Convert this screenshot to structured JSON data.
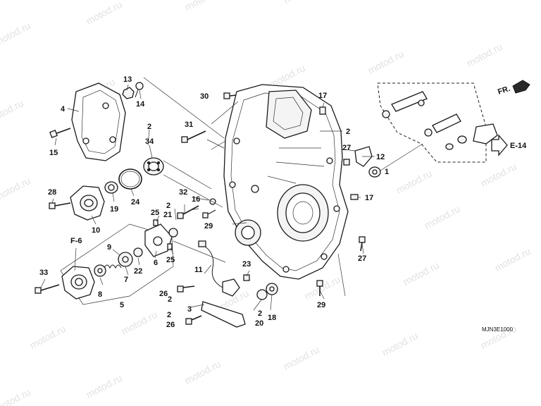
{
  "labels": {
    "l1": "1",
    "l2a": "2",
    "l2b": "2",
    "l2c": "2",
    "l2d": "2",
    "l2e": "2",
    "l2f": "2",
    "l3": "3",
    "l4": "4",
    "l5": "5",
    "l6": "6",
    "l7": "7",
    "l8": "8",
    "l9": "9",
    "l10": "10",
    "l11": "11",
    "l12": "12",
    "l13": "13",
    "l14": "14",
    "l15": "15",
    "l16": "16",
    "l17a": "17",
    "l17b": "17",
    "l18": "18",
    "l19": "19",
    "l20": "20",
    "l21": "21",
    "l22": "22",
    "l23": "23",
    "l24": "24",
    "l25a": "25",
    "l25b": "25",
    "l26a": "26",
    "l26b": "26",
    "l27a": "27",
    "l27b": "27",
    "l28": "28",
    "l29a": "29",
    "l29b": "29",
    "l30": "30",
    "l31": "31",
    "l32": "32",
    "l33": "33",
    "l34": "34"
  },
  "refs": {
    "fr": "FR.",
    "f6": "F-6",
    "e14": "E-14"
  },
  "diagram_code": "MJN3E1000",
  "watermark": "motod.ru",
  "colors": {
    "ink": "#111111",
    "background": "#ffffff",
    "watermark": "#b0b0b0"
  }
}
